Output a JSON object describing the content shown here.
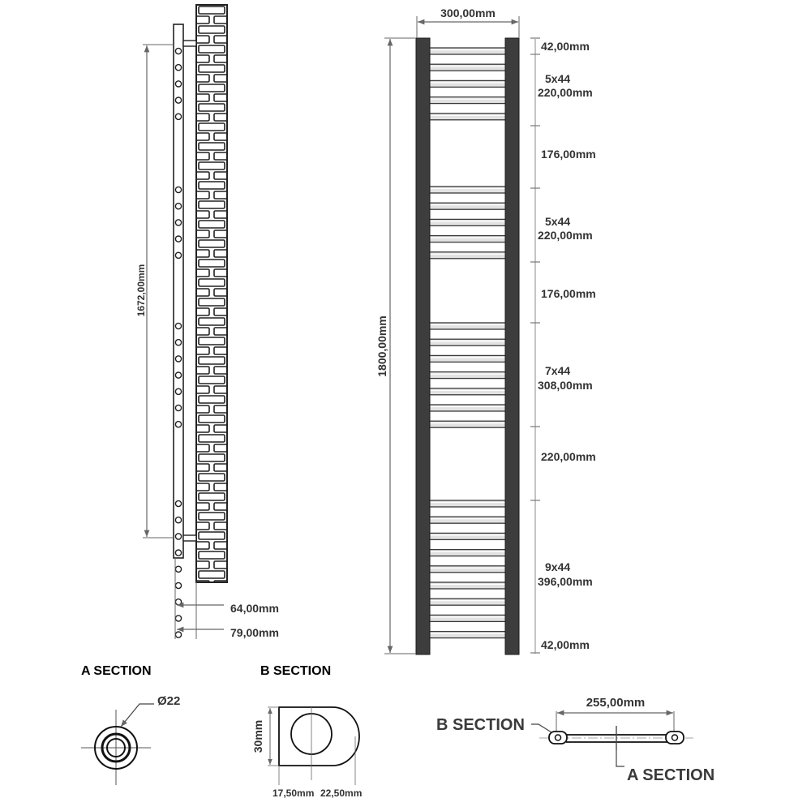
{
  "top_width": "300,00mm",
  "total_height": "1800,00mm",
  "side_height": "1672,00mm",
  "depth_inner": "64,00mm",
  "depth_outer": "79,00mm",
  "right_dims": {
    "top_gap": "42,00mm",
    "group1_count": "5x44",
    "group1_len": "220,00mm",
    "gap1": "176,00mm",
    "group2_count": "5x44",
    "group2_len": "220,00mm",
    "gap2": "176,00mm",
    "group3_count": "7x44",
    "group3_len": "308,00mm",
    "gap3": "220,00mm",
    "group4_count": "9x44",
    "group4_len": "396,00mm",
    "bottom_gap": "42,00mm"
  },
  "section_a": {
    "title": "A SECTION",
    "diameter": "Ø22"
  },
  "section_b": {
    "title": "B SECTION",
    "height": "30mm",
    "left_len": "17,50mm",
    "right_len": "22,50mm"
  },
  "plan": {
    "width": "255,00mm",
    "label_b": "B SECTION",
    "label_a": "A SECTION"
  }
}
